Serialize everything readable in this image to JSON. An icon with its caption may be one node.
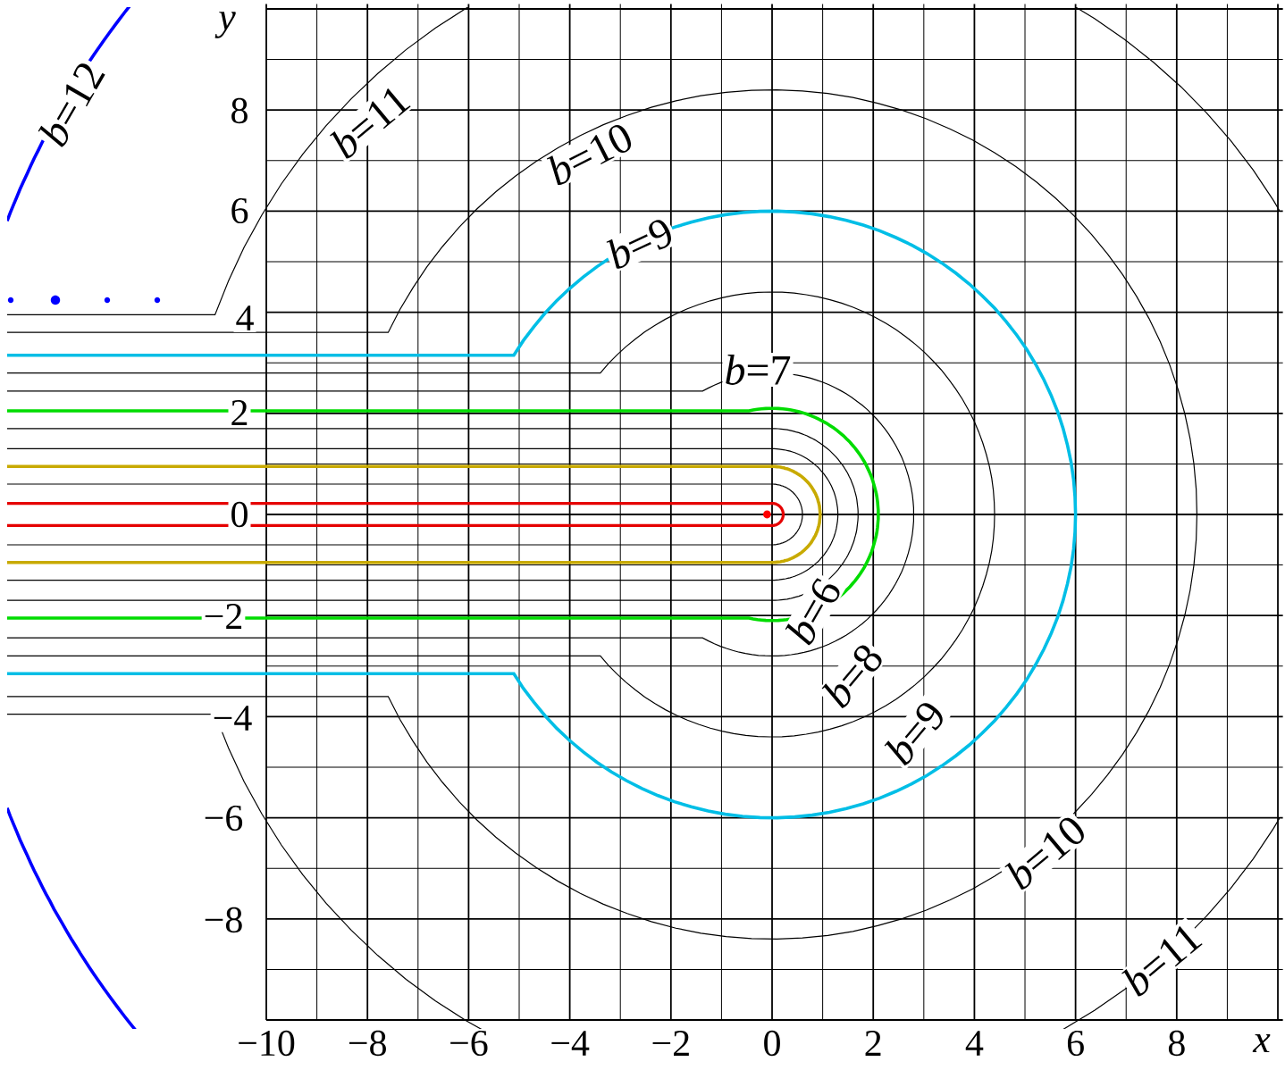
{
  "diagram": {
    "labels": [
      "*b*=12",
      "y",
      "*b*=11",
      "8",
      "*b*=10",
      "6",
      "*b*=9",
      "*b*=7",
      "4",
      "2",
      "0",
      "*b*=6",
      "−2",
      "*b*=8",
      "*b*=9",
      "−4",
      "*b*=10",
      "−6",
      "−8",
      "*b*=11",
      "−10",
      "−8",
      "−6",
      "−4",
      "−2",
      "0",
      "2",
      "4",
      "6",
      "8",
      "x"
    ]
  }
}
